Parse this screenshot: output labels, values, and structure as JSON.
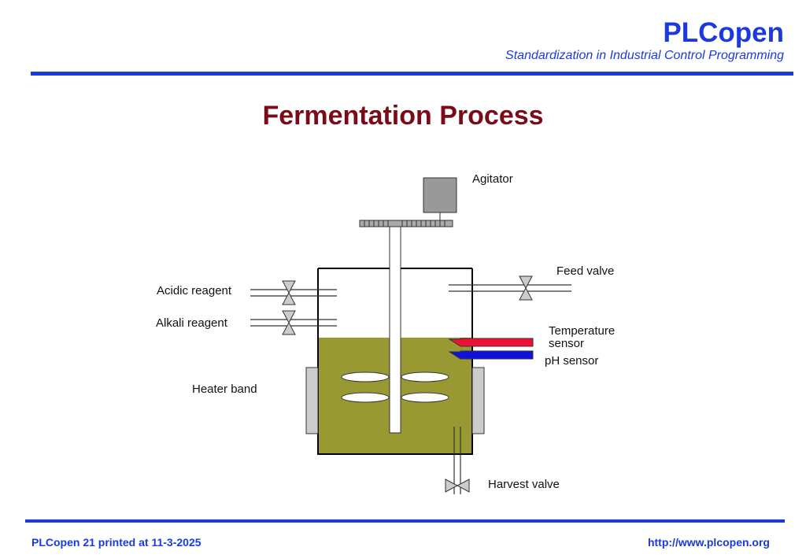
{
  "header": {
    "brand": "PLCopen",
    "tagline": "Standardization in Industrial Control Programming"
  },
  "slide": {
    "title": "Fermentation Process"
  },
  "diagram": {
    "labels": {
      "agitator": "Agitator",
      "feed_valve": "Feed valve",
      "acidic_reagent": "Acidic reagent",
      "alkali_reagent": "Alkali reagent",
      "temperature_sensor_line1": "Temperature",
      "temperature_sensor_line2": "sensor",
      "ph_sensor": "pH sensor",
      "heater_band": "Heater band",
      "harvest_valve": "Harvest valve"
    },
    "colors": {
      "liquid": "#999933",
      "temperature_sensor": "#ee1133",
      "ph_sensor": "#1111dd",
      "motor": "#999999",
      "heater": "#cccccc"
    }
  },
  "footer": {
    "left": "PLCopen  21  printed at 11-3-2025",
    "right": "http://www.plcopen.org"
  }
}
